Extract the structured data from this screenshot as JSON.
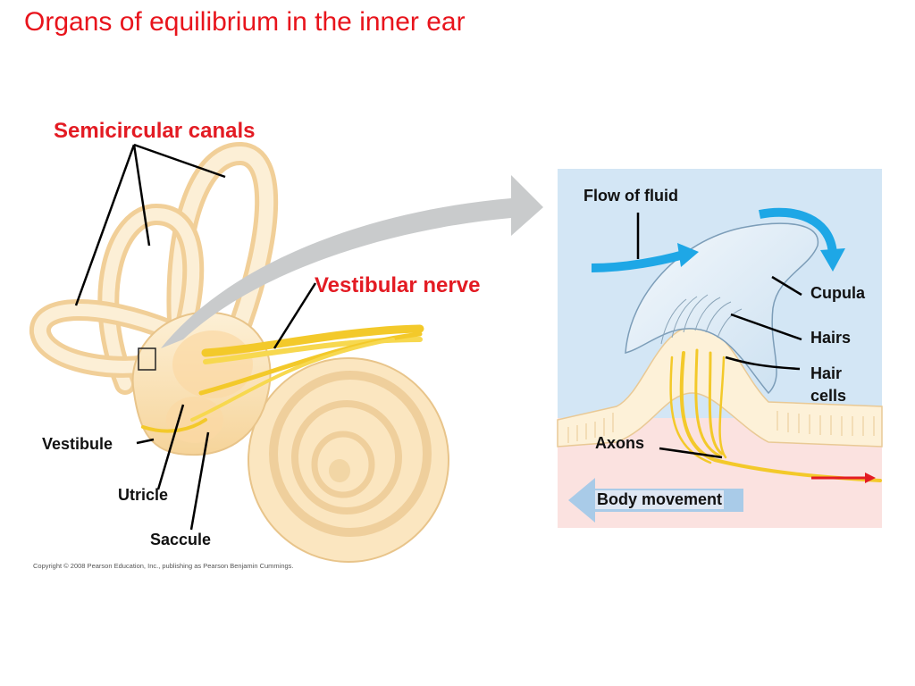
{
  "title": "Organs of equilibrium in the inner ear",
  "labels": {
    "semicircular_canals": "Semicircular canals",
    "vestibular_nerve": "Vestibular nerve",
    "vestibule": "Vestibule",
    "utricle": "Utricle",
    "saccule": "Saccule",
    "flow_of_fluid": "Flow of fluid",
    "cupula": "Cupula",
    "hairs": "Hairs",
    "hair_cells_line1": "Hair",
    "hair_cells_line2": "cells",
    "axons": "Axons",
    "body_movement": "Body movement"
  },
  "copyright": "Copyright © 2008 Pearson Education, Inc., publishing as Pearson Benjamin Cummings.",
  "colors": {
    "title_red": "#e8141c",
    "label_red": "#e31b23",
    "bone": "#fbe3b8",
    "fluid_blue": "#d3e6f5",
    "tissue_pink": "#fbe2e0",
    "nerve_yellow": "#f3c92a",
    "flow_arrow": "#1ea7e6",
    "pointer_arrow": "#c9cbcc"
  }
}
